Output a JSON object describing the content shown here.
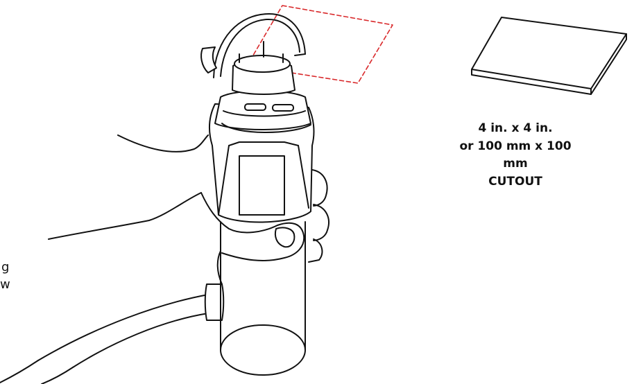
{
  "cutout": {
    "line1": "4 in. x 4 in.",
    "line2": "or 100 mm x 100 mm",
    "line3": "CUTOUT"
  },
  "edge_text": {
    "line1": "g",
    "line2": "w"
  },
  "colors": {
    "outline": "#111111",
    "target_dashed": "#d9292b",
    "background": "#ffffff"
  }
}
